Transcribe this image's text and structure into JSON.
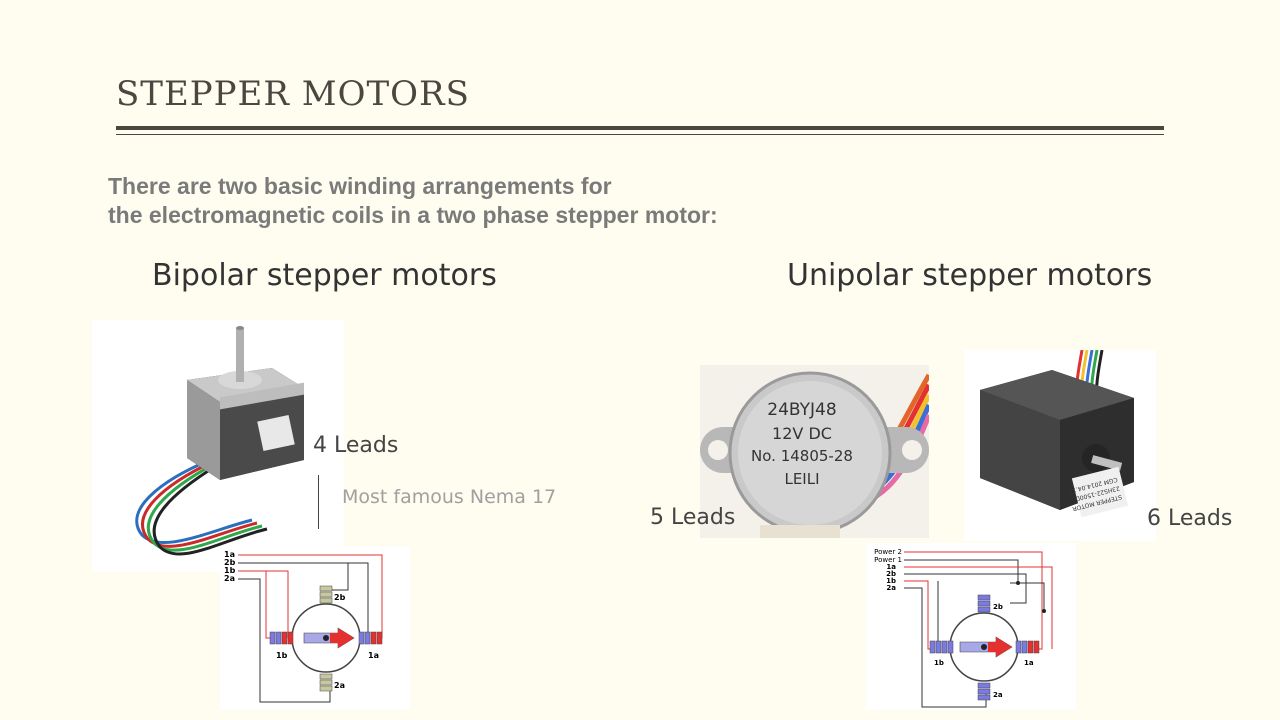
{
  "slide": {
    "title": "STEPPER MOTORS",
    "intro_line1": "There are two basic winding arrangements for",
    "intro_line2": "the electromagnetic coils in a two phase stepper motor:"
  },
  "bipolar": {
    "heading": "Bipolar stepper motors",
    "leads": "4 Leads",
    "note": "Most famous Nema 17",
    "diagram_labels": [
      "1a",
      "2b",
      "1b",
      "2a"
    ],
    "coil_labels": {
      "top": "2b",
      "bottom": "2a",
      "left": "1b",
      "right": "1a"
    }
  },
  "unipolar": {
    "heading": "Unipolar stepper motors",
    "leads_5": "5 Leads",
    "leads_6": "6 Leads",
    "motor_label": {
      "line1": "24BYJ48",
      "line2": "12V DC",
      "line3": "No. 14805-28",
      "line4": "LEILI"
    },
    "nema_label": {
      "line1": "STEPPER MOTOR",
      "line2": "23HS22-1500D",
      "line3": "CGM 2014.04.16"
    },
    "diagram_labels": [
      "Power 2",
      "Power 1",
      "1a",
      "2b",
      "1b",
      "2a"
    ],
    "coil_labels": {
      "top": "2b",
      "bottom": "2a",
      "left": "1b",
      "right": "1a"
    }
  },
  "colors": {
    "background": "#fefdf0",
    "title": "#4b4740",
    "coil_red": "#e53030",
    "coil_blue": "#7a7ae0"
  }
}
